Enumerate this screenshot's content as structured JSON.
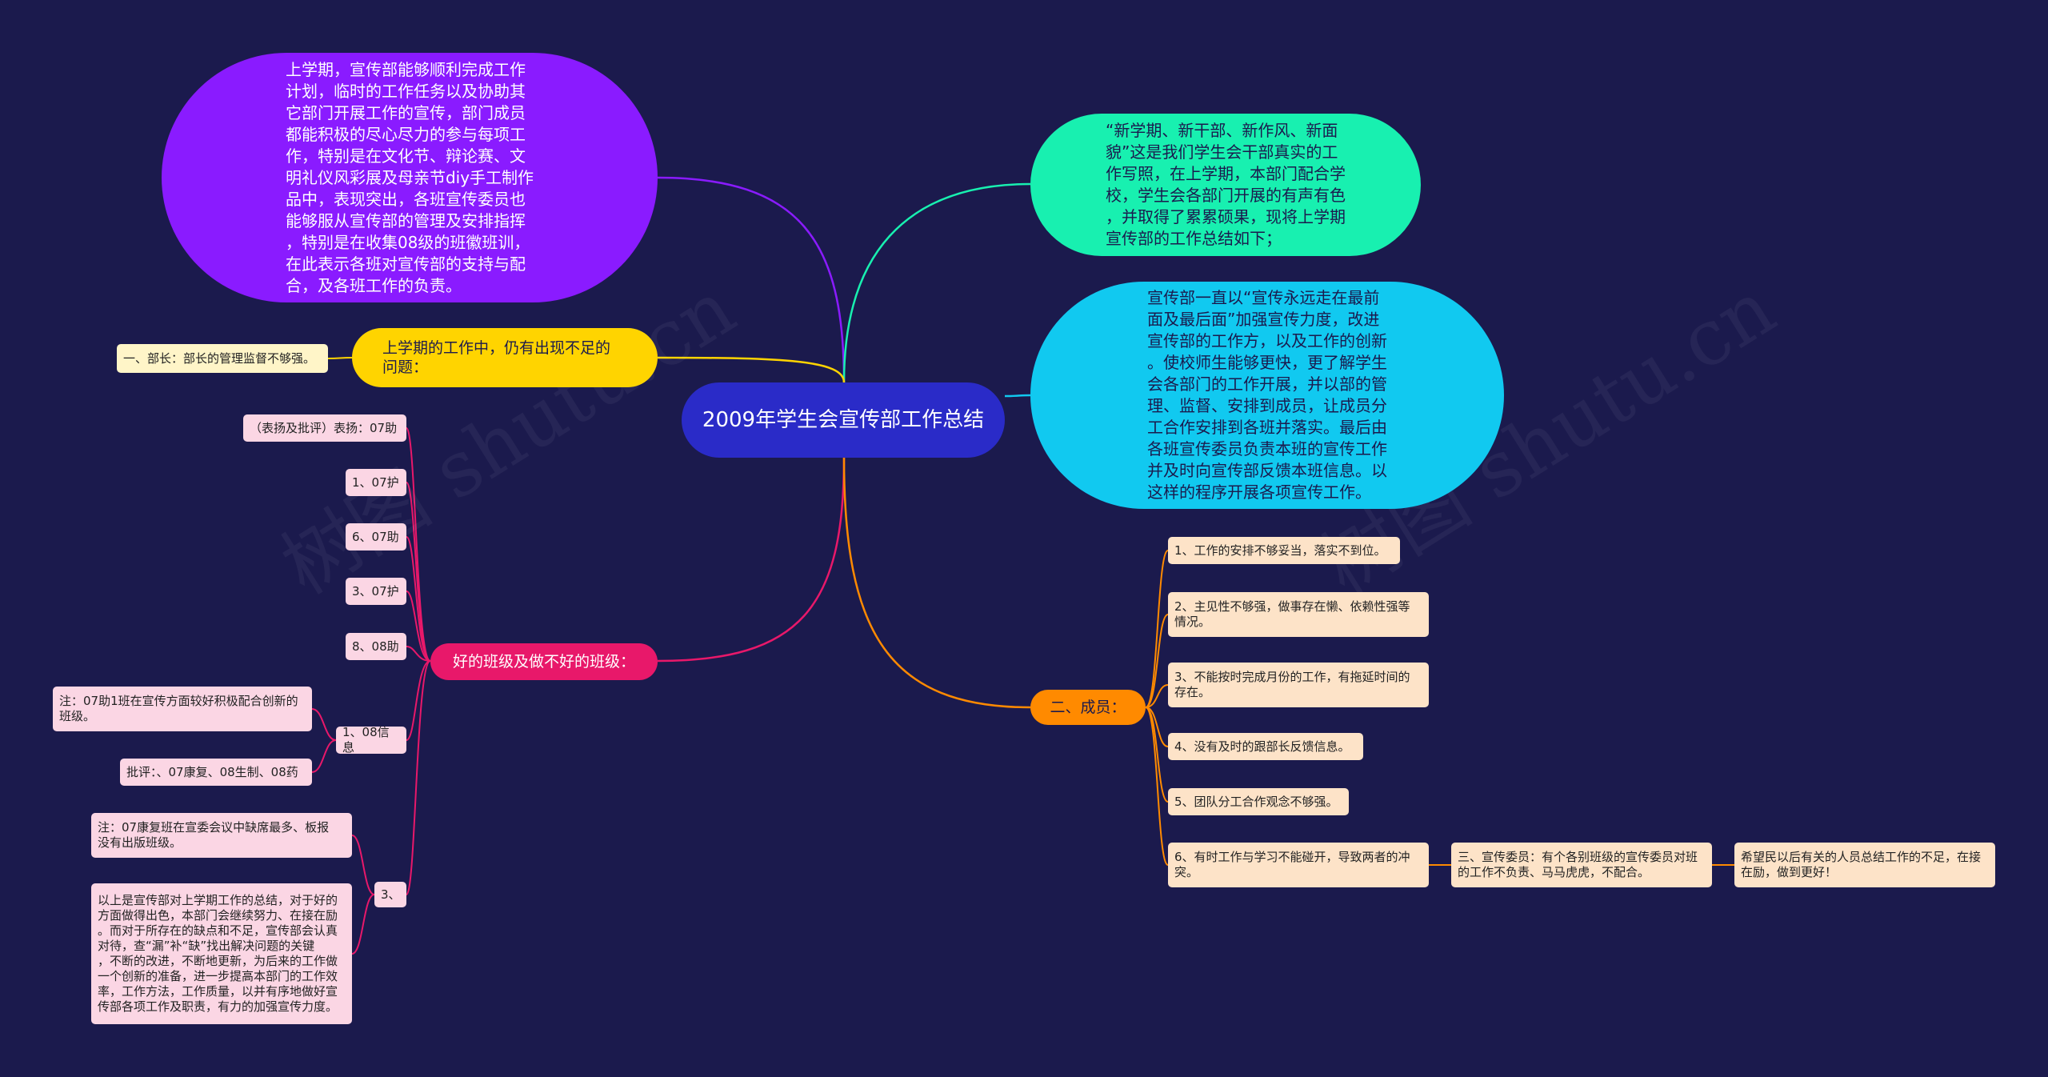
{
  "colors": {
    "background": "#1b1a4d",
    "center": "#2a2bc8",
    "purple": "#8a1bff",
    "mint": "#18f0b0",
    "cyan": "#11c9f0",
    "yellow": "#ffd400",
    "magenta": "#e8186a",
    "orange": "#ff8a00"
  },
  "center": {
    "title": "2009年学生会宣传部工作总结"
  },
  "branches": {
    "intro_purple": {
      "text": "上学期，宣传部能够顺利完成工作\n计划，临时的工作任务以及协助其\n它部门开展工作的宣传，部门成员\n都能积极的尽心尽力的参与每项工\n作，特别是在文化节、辩论赛、文\n明礼仪风彩展及母亲节diy手工制作\n品中，表现突出，各班宣传委员也\n能够服从宣传部的管理及安排指挥\n，特别是在收集08级的班徽班训，\n在此表示各班对宣传部的支持与配\n合，及各班工作的负责。"
    },
    "intro_mint": {
      "text": "“新学期、新干部、新作风、新面\n貌”这是我们学生会干部真实的工\n作写照，在上学期，本部门配合学\n校，学生会各部门开展的有声有色\n，并取得了累累硕果，现将上学期\n宣传部的工作总结如下；"
    },
    "intro_cyan": {
      "text": "宣传部一直以“宣传永远走在最前\n面及最后面”加强宣传力度，改进\n宣传部的工作方，以及工作的创新\n。使校师生能够更快，更了解学生\n会各部门的工作开展，并以部的管\n理、监督、安排到成员，让成员分\n工合作安排到各班并落实。最后由\n各班宣传委员负责本班的宣传工作\n并及时向宣传部反馈本班信息。以\n这样的程序开展各项宣传工作。"
    },
    "problems": {
      "label": "上学期的工作中，仍有出现不足的\n问题：",
      "leaf": "一、部长：部长的管理监督不够强。"
    },
    "classes": {
      "label": "好的班级及做不好的班级：",
      "leaves": [
        "（表扬及批评）表扬：07助",
        "1、07护",
        "6、07助",
        "3、07护",
        "8、08助",
        "1、08信息",
        "3、"
      ],
      "info_notes": [
        "注：07助1班在宣传方面较好积极配合创新的\n班级。",
        "批评：、07康复、08生制、08药"
      ],
      "three_notes": [
        "注：07康复班在宣委会议中缺席最多、板报\n没有出版班级。",
        "以上是宣传部对上学期工作的总结，对于好的\n方面做得出色，本部门会继续努力、在接在励\n。而对于所存在的缺点和不足，宣传部会认真\n对待，查“漏”补“缺”找出解决问题的关键\n，不断的改进，不断地更新，为后来的工作做\n一个创新的准备，进一步提高本部门的工作效\n率，工作方法，工作质量，以并有序地做好宣\n传部各项工作及职责，有力的加强宣传力度。"
      ]
    },
    "members": {
      "label": "二、成员：",
      "leaves": [
        "1、工作的安排不够妥当，落实不到位。",
        "2、主见性不够强，做事存在懒、依赖性强等\n情况。",
        "3、不能按时完成月份的工作，有拖延时间的\n存在。",
        "4、没有及时的跟部长反馈信息。",
        "5、团队分工合作观念不够强。",
        "6、有时工作与学习不能碰开，导致两者的冲\n突。"
      ],
      "third": "三、宣传委员：有个各别班级的宣传委员对班\n的工作不负责、马马虎虎，不配合。",
      "final": "希望民以后有关的人员总结工作的不足，在接\n在励，做到更好！"
    }
  },
  "watermarks": [
    "树图 shutu.cn",
    "树图 shutu.cn"
  ]
}
